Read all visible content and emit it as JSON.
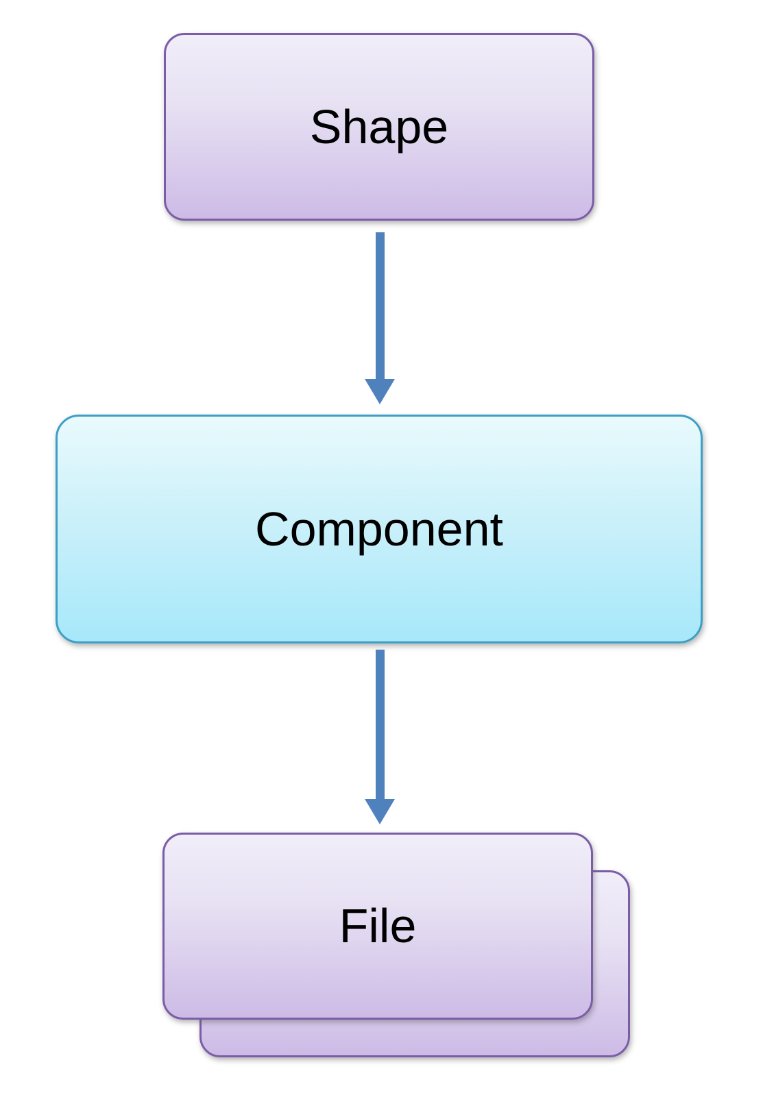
{
  "diagram": {
    "type": "flow-chart",
    "direction": "top-to-bottom",
    "nodes": [
      {
        "label": "Shape",
        "style": "purple-rounded-rectangle"
      },
      {
        "label": "Component",
        "style": "cyan-rounded-rectangle"
      },
      {
        "label": "File",
        "style": "purple-rounded-rectangle",
        "stacked": true
      }
    ],
    "connectors": [
      {
        "from": "Shape",
        "to": "Component",
        "type": "down-arrow"
      },
      {
        "from": "Component",
        "to": "File",
        "type": "down-arrow"
      }
    ],
    "colors": {
      "background": "#ffffff",
      "text": "#000000",
      "purple_node_border": "#7a5da6",
      "purple_node_fill_top": "#f1edf9",
      "purple_node_fill_bottom": "#cdbbe6",
      "cyan_node_border": "#3d9fc4",
      "cyan_node_fill_top": "#e9fafd",
      "cyan_node_fill_bottom": "#a7e8fa",
      "arrow": "#4f81bd"
    }
  }
}
